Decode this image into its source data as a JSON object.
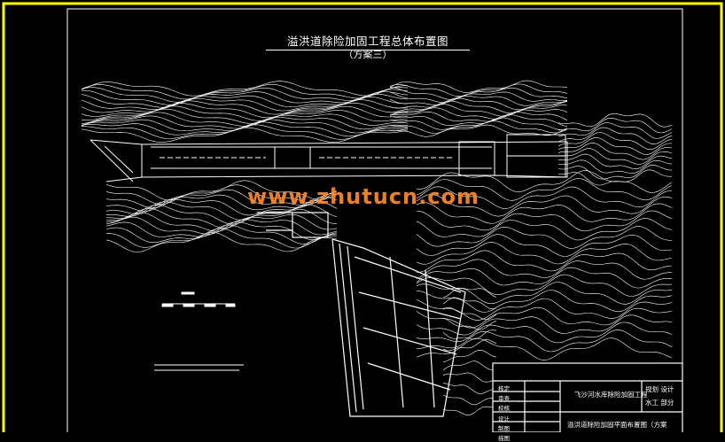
{
  "drawing": {
    "title": "溢洪道除险加固工程总体布置图",
    "subtitle": "（方案三）",
    "watermark": "www.zhutucn.com"
  },
  "title_block": {
    "row_labels": [
      "核定",
      "审查",
      "校核",
      "设计",
      "制图",
      "描图"
    ],
    "project_name": "飞沙河水库除险加固工程",
    "drawing_name": "溢洪道除险加固平面布置图（方案",
    "stage_top": "规划  设计",
    "stage_bottom": "水工  部分"
  },
  "colors": {
    "background": "#000000",
    "frame": "#ffff00",
    "linework": "#ffffff",
    "watermark": "#ff8a2a"
  }
}
